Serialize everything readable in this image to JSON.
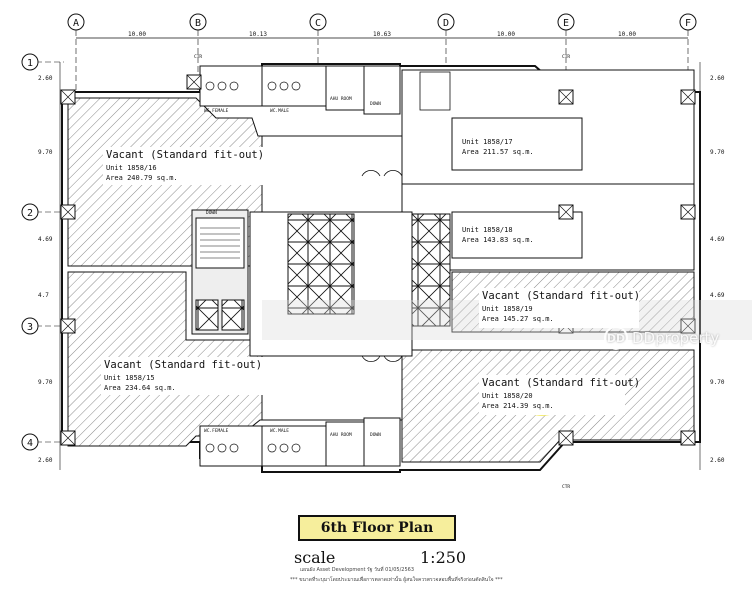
{
  "grid": {
    "columns": [
      "A",
      "B",
      "C",
      "D",
      "E",
      "F"
    ],
    "rows": [
      "1",
      "2",
      "3",
      "4"
    ],
    "column_spacings": [
      "10.00",
      "10.13",
      "10.63",
      "10.00",
      "10.00"
    ],
    "row_spacings_left": [
      "2.60",
      "9.70",
      "4.69",
      "4.7",
      "9.70",
      "2.60"
    ],
    "row_spacings_right": [
      "2.60",
      "9.70",
      "4.69",
      "4.69",
      "9.70",
      "2.60"
    ]
  },
  "units": [
    {
      "status": "Vacant (Standard fit-out)",
      "unit": "Unit 1858/16",
      "area": "Area 240.79 sq.m.",
      "vacant": true
    },
    {
      "status": "Vacant (Standard fit-out)",
      "unit": "Unit 1858/15",
      "area": "Area 234.64 sq.m.",
      "vacant": true
    },
    {
      "status": "",
      "unit": "Unit 1858/17",
      "area": "Area 211.57 sq.m.",
      "vacant": false
    },
    {
      "status": "",
      "unit": "Unit 1858/18",
      "area": "Area 143.83 sq.m.",
      "vacant": false
    },
    {
      "status": "Vacant (Standard fit-out)",
      "unit": "Unit 1858/19",
      "area": "Area 145.27 sq.m.",
      "vacant": true
    },
    {
      "status": "Vacant (Standard fit-out)",
      "unit": "Unit 1858/20",
      "area": "Area 214.39 sq.m.",
      "vacant": true
    }
  ],
  "core_labels": {
    "wc_female": "WC.FEMALE",
    "wc_male": "WC.MALE",
    "ahu_room": "AHU ROOM",
    "down": "DOWN",
    "ctr": "CTR"
  },
  "title": "6th Floor Plan",
  "scale_label": "scale",
  "scale_value": "1:250",
  "credit": "แผนผัง Asset Development รัฐ วันที่ 01/05/2563",
  "disclaimer": "*** ขนาดที่ระบุมาโดยประมาณเพื่อการตลาดเท่านั้น ผู้สนใจควรตรวจสอบพื้นที่จริงก่อนตัดสินใจ ***",
  "watermark": "DDproperty",
  "colors": {
    "hatch": "#777777",
    "highlight": "#f3ea5c",
    "title_bg": "#f6ee9c",
    "ink": "#111111",
    "band": "#d9d9d9"
  }
}
